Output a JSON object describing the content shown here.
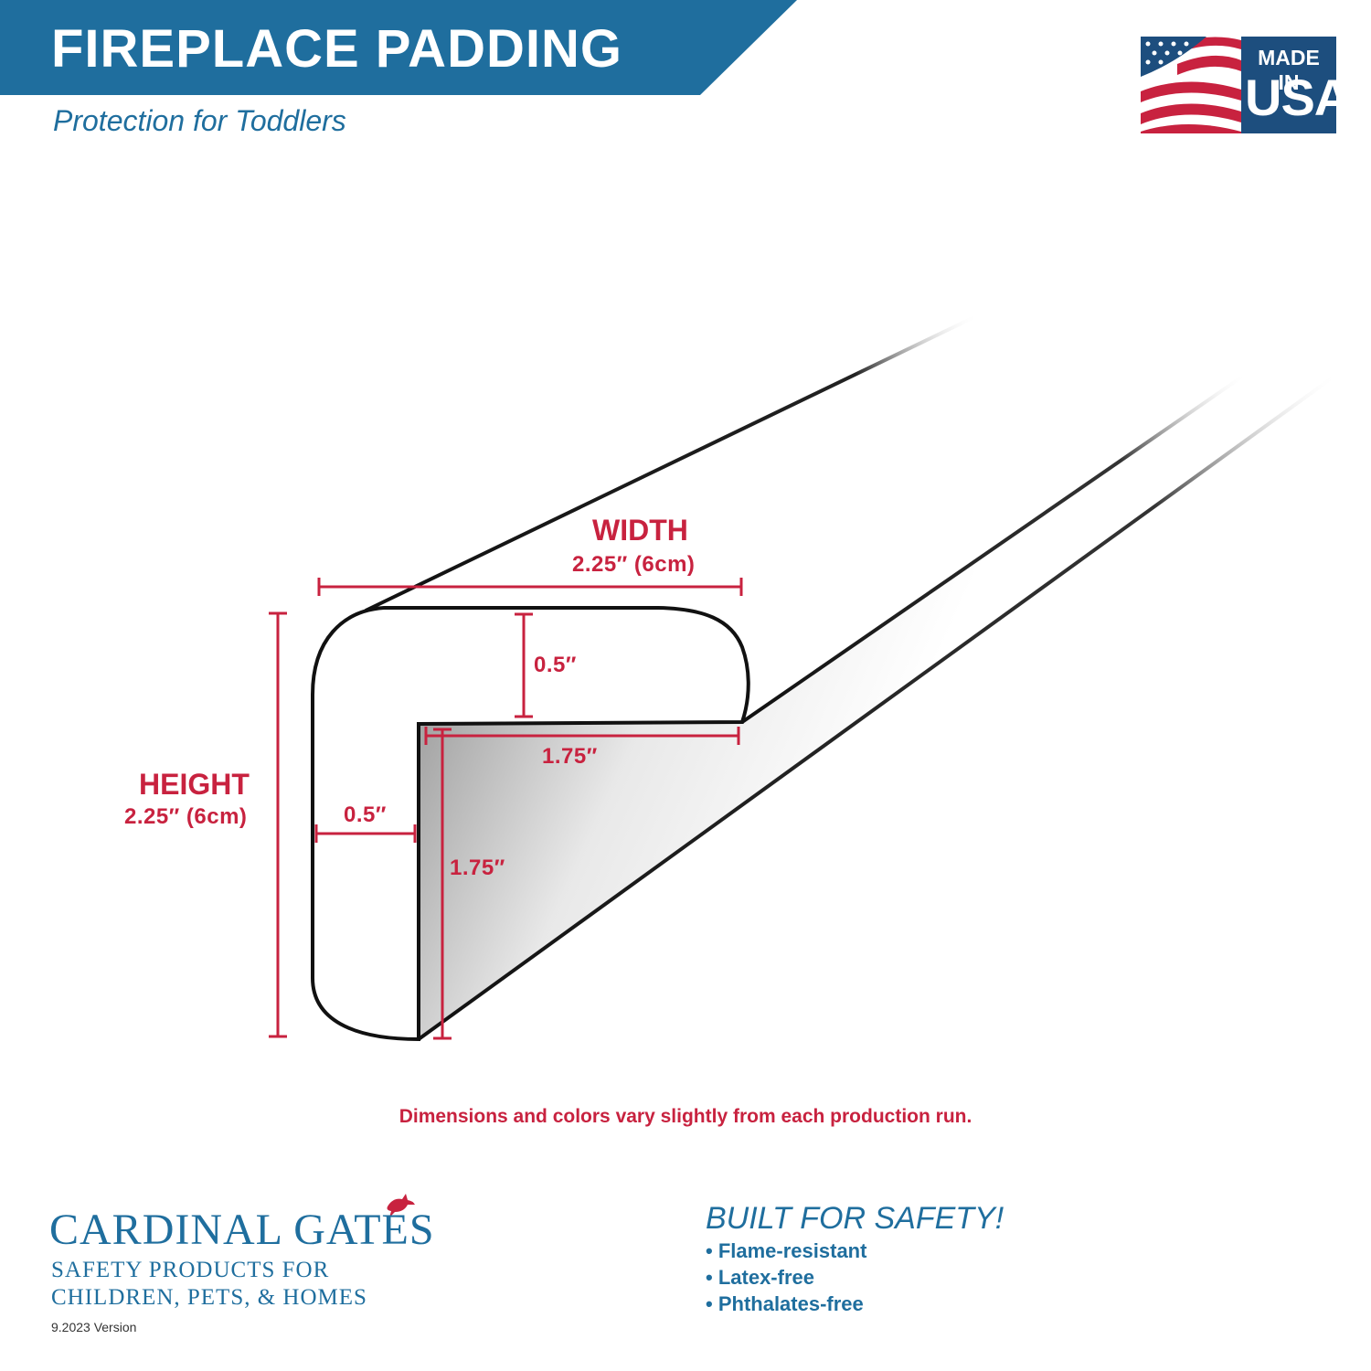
{
  "header": {
    "title": "FIREPLACE PADDING",
    "subtitle": "Protection for Toddlers",
    "band_color": "#1f6e9e"
  },
  "badge": {
    "line1": "MADE IN",
    "line2": "USA",
    "icon": "us-flag-icon",
    "colors": {
      "blue": "#1d4e7e",
      "red": "#c8223f"
    }
  },
  "dimensions": {
    "width_label": "WIDTH",
    "width_value": "2.25″ (6cm)",
    "height_label": "HEIGHT",
    "height_value": "2.25″ (6cm)",
    "top_thickness": "0.5″",
    "side_thickness": "0.5″",
    "inner_horizontal": "1.75″",
    "inner_vertical": "1.75″",
    "line_color": "#c8223f"
  },
  "note": "Dimensions and colors vary slightly from each production run.",
  "brand": {
    "name": "CARDINAL GATES",
    "tagline_1": "SAFETY PRODUCTS FOR",
    "tagline_2": "CHILDREN, PETS, & HOMES",
    "version": "9.2023 Version",
    "logo_icon": "cardinal-bird-icon"
  },
  "safety": {
    "title": "BUILT FOR SAFETY!",
    "features": [
      "Flame-resistant",
      "Latex-free",
      "Phthalates-free"
    ]
  }
}
